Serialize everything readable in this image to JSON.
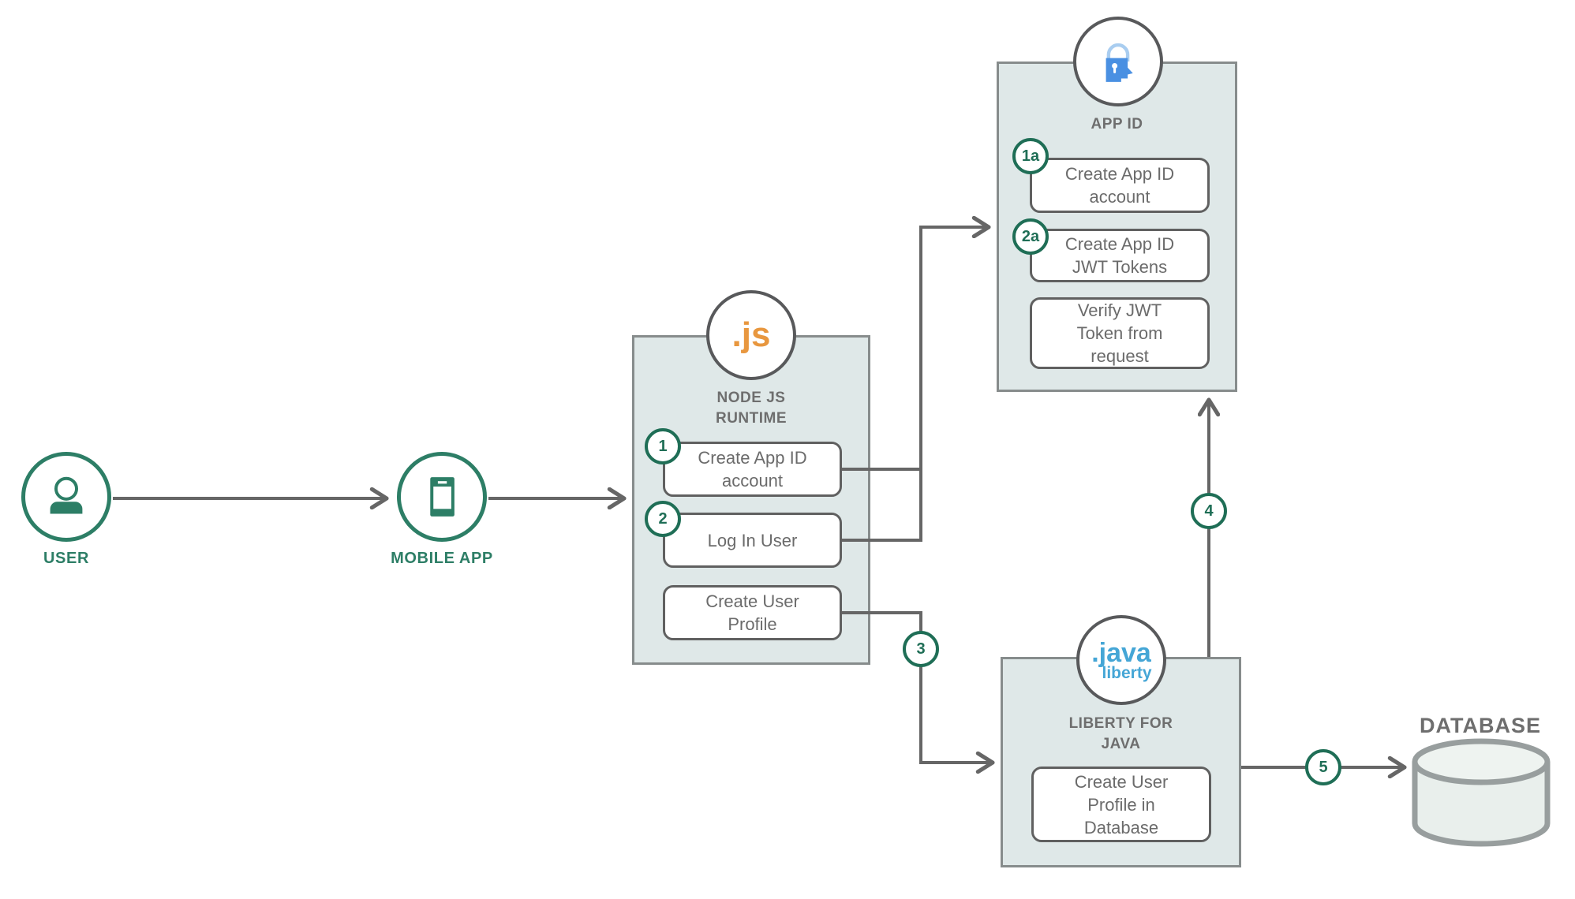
{
  "colors": {
    "teal": "#2d7e66",
    "badge_green": "#1f6e56",
    "line_gray": "#666666",
    "panel_fill": "#dfe8e8",
    "panel_border": "#878c8c",
    "step_border": "#606060",
    "text_gray": "#6b6b6b",
    "nodejs_orange": "#e8973f",
    "java_blue": "#45a6d6",
    "appid_blue": "#4a90e2",
    "appid_blue_light": "#a9cdf0",
    "database_fill": "#e9efec",
    "database_border": "#989e9e"
  },
  "nodes": {
    "user": {
      "label": "USER"
    },
    "mobile_app": {
      "label": "MOBILE APP"
    },
    "nodejs_runtime": {
      "logo_text": ".js",
      "title": "NODE JS\nRUNTIME",
      "steps": [
        {
          "badge": "1",
          "label": "Create App ID\naccount"
        },
        {
          "badge": "2",
          "label": "Log In User"
        },
        {
          "badge": "",
          "label": "Create User\nProfile"
        }
      ]
    },
    "app_id": {
      "title": "APP ID",
      "steps": [
        {
          "badge": "1a",
          "label": "Create App ID\naccount"
        },
        {
          "badge": "2a",
          "label": "Create App ID\nJWT Tokens"
        },
        {
          "badge": "",
          "label": "Verify JWT\nToken from\nrequest"
        }
      ]
    },
    "liberty_for_java": {
      "logo_text": ".java",
      "logo_subtext": "liberty",
      "title": "LIBERTY FOR\nJAVA",
      "steps": [
        {
          "badge": "",
          "label": "Create User\nProfile in\nDatabase"
        }
      ]
    },
    "database": {
      "label": "DATABASE"
    }
  },
  "connector_badges": {
    "step3": "3",
    "step4": "4",
    "step5": "5"
  }
}
